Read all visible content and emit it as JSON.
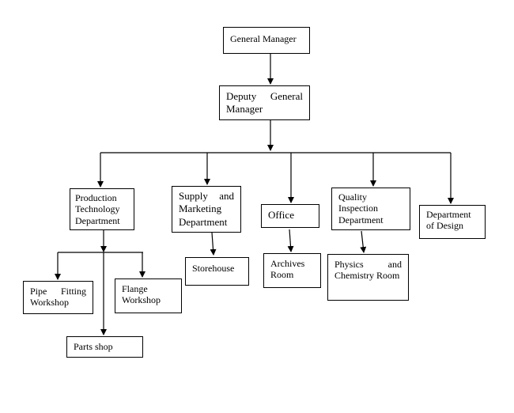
{
  "nodes": {
    "general_manager": "General Manager",
    "deputy_general_manager": "Deputy General Manager",
    "production_technology_department": "Production Technology Department",
    "supply_marketing_department": "Supply and Marketing Department",
    "office": "Office",
    "quality_inspection_department": "Quality Inspection Department",
    "department_of_design": "Department of Design",
    "pipe_fitting_workshop": "Pipe Fitting Workshop",
    "flange_workshop": "Flange Workshop",
    "parts_shop": "Parts shop",
    "storehouse": "Storehouse",
    "archives_room": "Archives Room",
    "physics_chemistry_room": "Physics and Chemistry Room"
  }
}
